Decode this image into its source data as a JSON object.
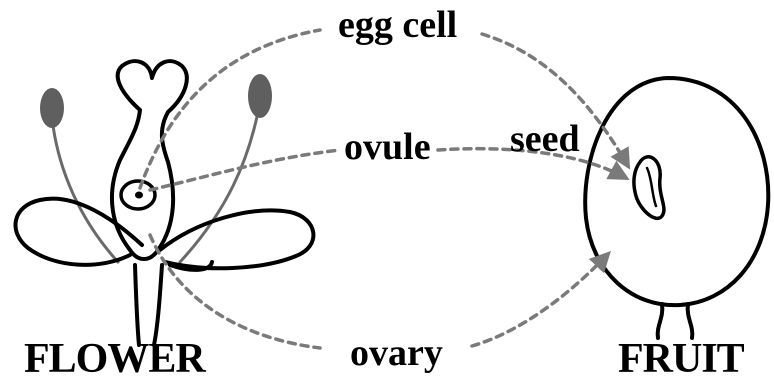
{
  "colors": {
    "ink": "#000000",
    "anther": "#5f5f5f",
    "filament": "#6a6a6a",
    "arrow": "#7a7a7a",
    "background": "#ffffff"
  },
  "labels": {
    "egg_cell": "egg cell",
    "ovule": "ovule",
    "seed": "seed",
    "ovary": "ovary",
    "flower": "FLOWER",
    "fruit": "FRUIT"
  }
}
